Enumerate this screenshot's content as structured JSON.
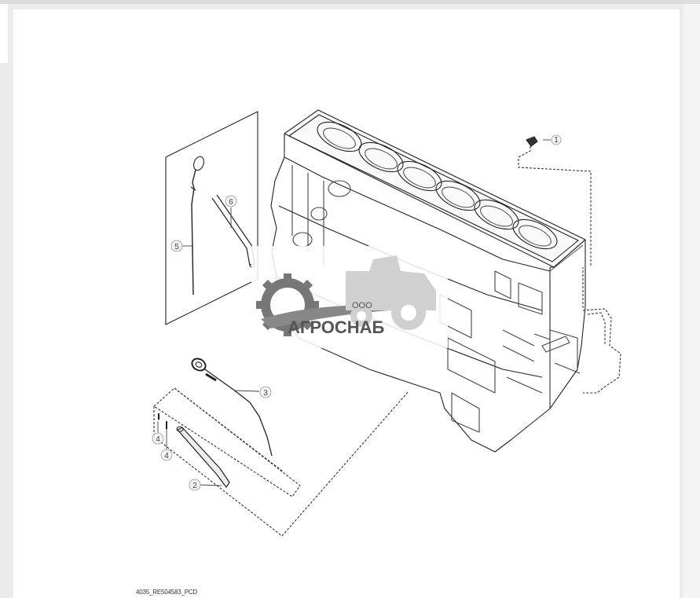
{
  "callouts": [
    {
      "id": "c1",
      "label": "1"
    },
    {
      "id": "c2",
      "label": "2"
    },
    {
      "id": "c3",
      "label": "3"
    },
    {
      "id": "c4a",
      "label": "4"
    },
    {
      "id": "c4b",
      "label": "4"
    },
    {
      "id": "c5",
      "label": "5"
    },
    {
      "id": "c6",
      "label": "6"
    }
  ],
  "watermark": {
    "company_prefix": "ООО",
    "company_name": "АГРОСНАБ"
  },
  "caption": "4035_RE504583_PCD"
}
